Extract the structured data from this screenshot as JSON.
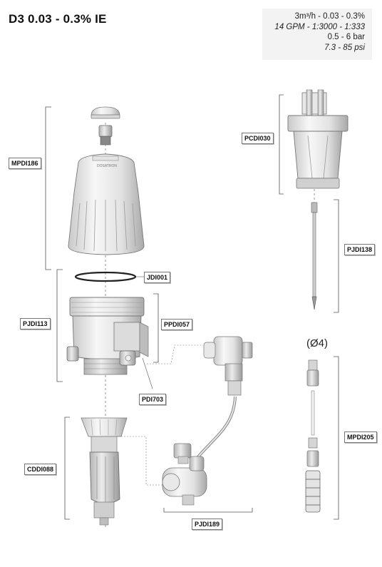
{
  "header": {
    "title": "D3 0.03 - 0.3% IE"
  },
  "specs": {
    "flow_metric": "3m³/h - 0.03 - 0.3%",
    "flow_imperial": "14 GPM - 1:3000 - 1:333",
    "pressure_bar": "0.5 - 6 bar",
    "pressure_psi": "7.3 - 85 psi"
  },
  "parts": [
    {
      "code": "MPDI186"
    },
    {
      "code": "JDI001"
    },
    {
      "code": "PJDI113"
    },
    {
      "code": "PPDI057"
    },
    {
      "code": "PDI703"
    },
    {
      "code": "CDDI088"
    },
    {
      "code": "PJDI189"
    },
    {
      "code": "PCDI030"
    },
    {
      "code": "PJDI138"
    },
    {
      "code": "MPDI205"
    }
  ],
  "diameter_note": "(Ø4)",
  "brand_mark": "DOSATRON"
}
